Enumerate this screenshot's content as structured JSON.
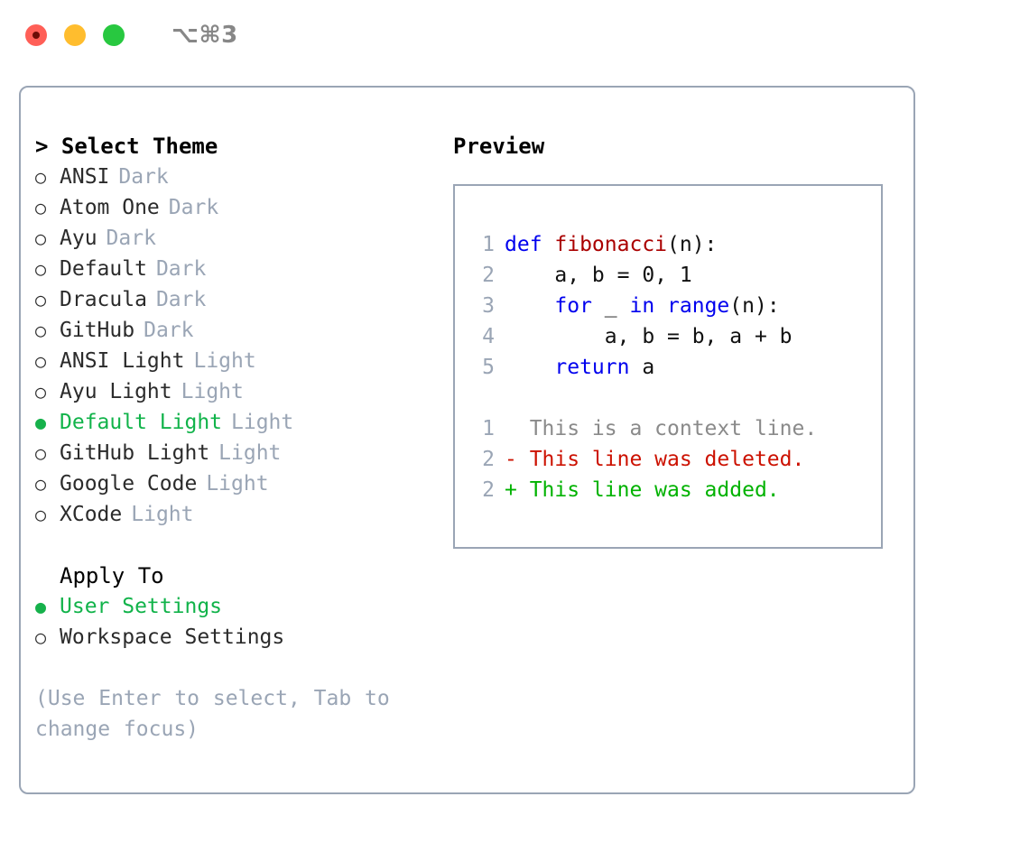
{
  "titlebar": {
    "lights": [
      "close",
      "minimize",
      "zoom"
    ],
    "shortcut": "⌥⌘3"
  },
  "theme_picker": {
    "header": "> Select Theme",
    "options": [
      {
        "marker": "○",
        "label": "ANSI",
        "tag": "Dark",
        "selected": false
      },
      {
        "marker": "○",
        "label": "Atom One",
        "tag": "Dark",
        "selected": false
      },
      {
        "marker": "○",
        "label": "Ayu",
        "tag": "Dark",
        "selected": false
      },
      {
        "marker": "○",
        "label": "Default",
        "tag": "Dark",
        "selected": false
      },
      {
        "marker": "○",
        "label": "Dracula",
        "tag": "Dark",
        "selected": false
      },
      {
        "marker": "○",
        "label": "GitHub",
        "tag": "Dark",
        "selected": false
      },
      {
        "marker": "○",
        "label": "ANSI Light",
        "tag": "Light",
        "selected": false
      },
      {
        "marker": "○",
        "label": "Ayu Light",
        "tag": "Light",
        "selected": false
      },
      {
        "marker": "●",
        "label": "Default Light",
        "tag": "Light",
        "selected": true
      },
      {
        "marker": "○",
        "label": "GitHub Light",
        "tag": "Light",
        "selected": false
      },
      {
        "marker": "○",
        "label": "Google Code",
        "tag": "Light",
        "selected": false
      },
      {
        "marker": "○",
        "label": "XCode",
        "tag": "Light",
        "selected": false
      }
    ]
  },
  "apply_to": {
    "header": "Apply To",
    "options": [
      {
        "marker": "●",
        "label": "User Settings",
        "selected": true
      },
      {
        "marker": "○",
        "label": "Workspace Settings",
        "selected": false
      }
    ]
  },
  "hint": "(Use Enter to select, Tab to change focus)",
  "preview": {
    "title": "Preview",
    "code_lines": [
      {
        "lineno": "1",
        "tokens": [
          {
            "text": "def ",
            "kind": "kw"
          },
          {
            "text": "fibonacci",
            "kind": "fn"
          },
          {
            "text": "(n):",
            "kind": "pl"
          }
        ]
      },
      {
        "lineno": "2",
        "tokens": [
          {
            "text": "    a, b = 0, 1",
            "kind": "pl"
          }
        ]
      },
      {
        "lineno": "3",
        "tokens": [
          {
            "text": "    ",
            "kind": "pl"
          },
          {
            "text": "for",
            "kind": "kw"
          },
          {
            "text": " _ ",
            "kind": "pl"
          },
          {
            "text": "in",
            "kind": "kw"
          },
          {
            "text": " ",
            "kind": "pl"
          },
          {
            "text": "range",
            "kind": "kw"
          },
          {
            "text": "(n):",
            "kind": "pl"
          }
        ]
      },
      {
        "lineno": "4",
        "tokens": [
          {
            "text": "        a, b = b, a + b",
            "kind": "pl"
          }
        ]
      },
      {
        "lineno": "5",
        "tokens": [
          {
            "text": "    ",
            "kind": "pl"
          },
          {
            "text": "return",
            "kind": "kw"
          },
          {
            "text": " a",
            "kind": "pl"
          }
        ]
      }
    ],
    "diff_lines": [
      {
        "lineno": "1",
        "tokens": [
          {
            "text": "  This is a context line.",
            "kind": "ctx"
          }
        ]
      },
      {
        "lineno": "2",
        "tokens": [
          {
            "text": "- This line was deleted.",
            "kind": "del"
          }
        ]
      },
      {
        "lineno": "2",
        "tokens": [
          {
            "text": "+ This line was added.",
            "kind": "add"
          }
        ]
      }
    ]
  },
  "colors": {
    "accent_green": "#11b34a",
    "muted": "#9aa5b5",
    "keyword_blue": "#0000ee",
    "function_red": "#aa0000",
    "diff_deleted": "#cc1100",
    "diff_added": "#00b200",
    "border": "#9aa5b5",
    "light_red": "#ff5f57",
    "light_yellow": "#ffbd2e",
    "light_green": "#28c840"
  }
}
